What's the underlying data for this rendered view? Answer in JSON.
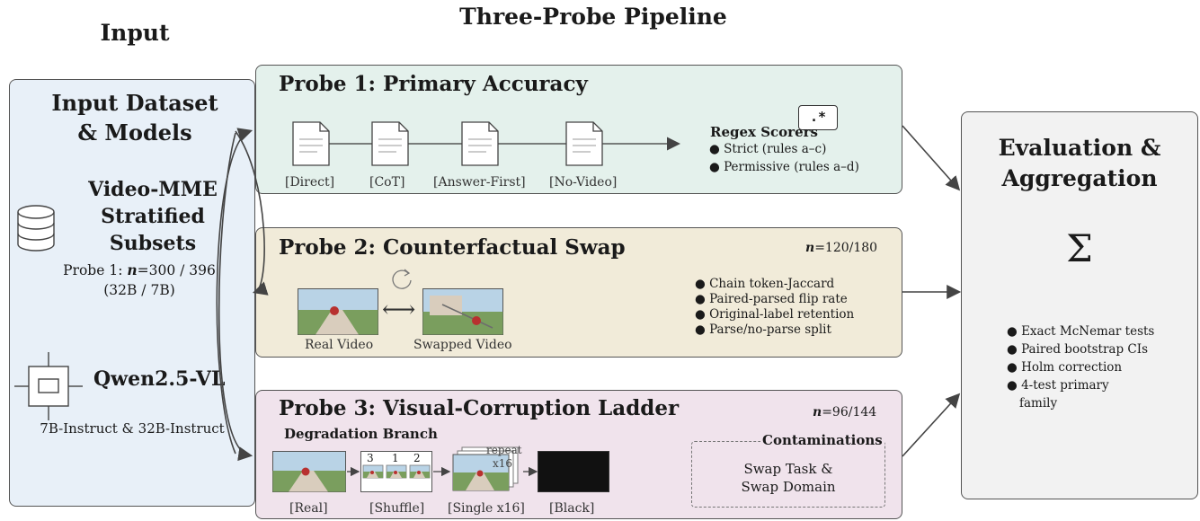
{
  "headers": {
    "input": "Input",
    "pipeline": "Three-Probe Pipeline"
  },
  "input_panel": {
    "title_line1": "Input Dataset",
    "title_line2": "& Models",
    "dataset_line1": "Video-MME",
    "dataset_line2": "Stratified",
    "dataset_line3": "Subsets",
    "probe1_prefix": "Probe 1: ",
    "n_symbol": "n",
    "probe1_counts": "=300 / 396",
    "model_sizes": "(32B / 7B)",
    "model_name": "Qwen2.5-VL",
    "model_variants": "7B-Instruct & 32B-Instruct",
    "icons": {
      "dataset": "database-icon",
      "model": "chip-icon"
    }
  },
  "probe1": {
    "title": "Probe 1: Primary Accuracy",
    "docs": [
      "[Direct]",
      "[CoT]",
      "[Answer-First]",
      "[No-Video]"
    ],
    "scorer_title": "Regex Scorers",
    "regex_badge": ".*",
    "bullets": [
      "Strict (rules a–c)",
      "Permissive (rules a–d)"
    ],
    "color": "#e4f1ec"
  },
  "probe2": {
    "title": "Probe 2: Counterfactual Swap",
    "n_symbol": "n",
    "n_value": "=120/180",
    "real_label": "Real Video",
    "swapped_label": "Swapped Video",
    "swap_arrow": "⟷",
    "bullets": [
      "Chain token-Jaccard",
      "Paired-parsed flip rate",
      "Original-label retention",
      "Parse/no-parse split"
    ],
    "color": "#f1ebd9"
  },
  "probe3": {
    "title": "Probe 3: Visual-Corruption Ladder",
    "n_symbol": "n",
    "n_value": "=96/144",
    "branch_title": "Degradation Branch",
    "shuffle_numbers": [
      "3",
      "1",
      "2"
    ],
    "repeat_label": "repeat",
    "repeat_count": "x16",
    "labels": [
      "[Real]",
      "[Shuffle]",
      "[Single x16]",
      "[Black]"
    ],
    "contam_title": "Contaminations",
    "contam_line1": "Swap Task &",
    "contam_line2": "Swap Domain",
    "color": "#f0e3ec"
  },
  "evaluation": {
    "title_line1": "Evaluation &",
    "title_line2": "Aggregation",
    "symbol": "Σ",
    "bullets": [
      "Exact McNemar tests",
      "Paired bootstrap CIs",
      "Holm correction",
      "4-test primary"
    ],
    "bullet_continuation": "family",
    "color": "#f2f2f2"
  },
  "colors": {
    "input_panel": "#e8f0f8",
    "border": "#555555",
    "marker_red": "#b8312f",
    "sky": "#b9d3e6",
    "grass": "#7a9e5e",
    "road": "#d9cdbd"
  }
}
